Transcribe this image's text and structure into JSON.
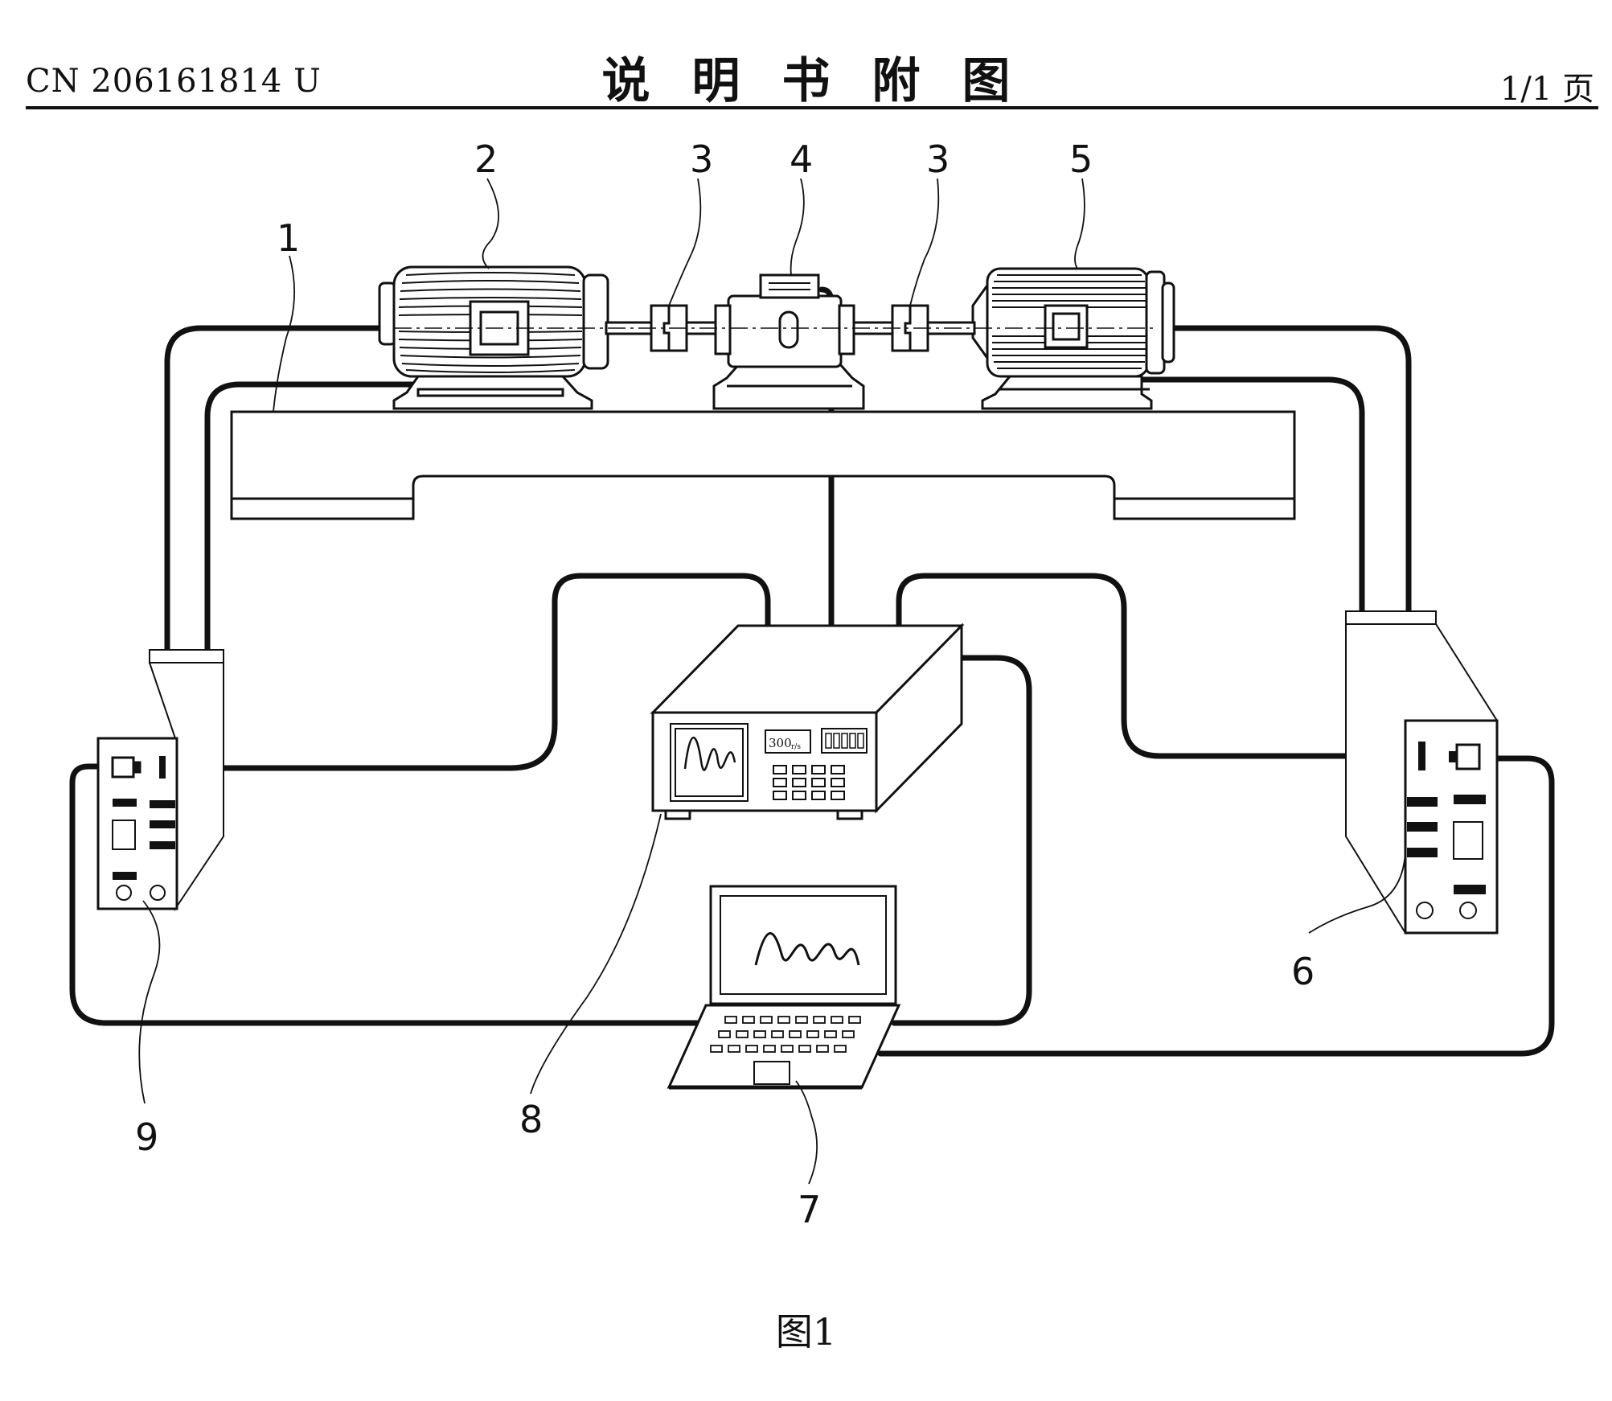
{
  "header": {
    "publication_number": "CN 206161814 U",
    "title": "说明书附图",
    "page": "1/1 页"
  },
  "figure": {
    "caption": "图1",
    "analyzer_display_text": "300",
    "analyzer_display_unit": "r/s",
    "labels": [
      "1",
      "2",
      "3",
      "4",
      "3",
      "5",
      "6",
      "7",
      "8",
      "9"
    ]
  }
}
